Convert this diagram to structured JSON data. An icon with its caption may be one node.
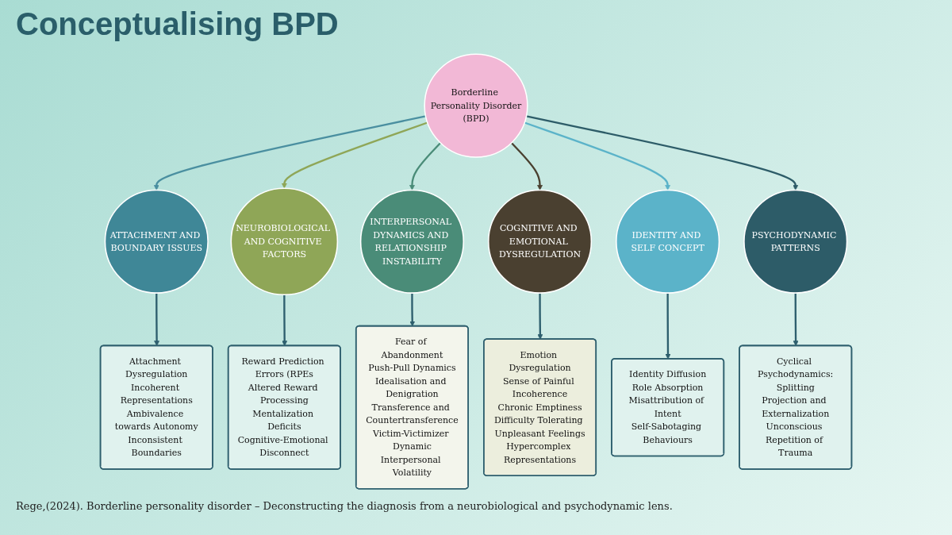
{
  "diagram": {
    "title": "Conceptualising BPD",
    "caption": "Rege,(2024). Borderline personality disorder – Deconstructing the diagnosis from a neurobiological and psychodynamic lens.",
    "nodes": [
      {
        "text": [
          "Borderline Personality Disorder",
          "(BPD)"
        ]
      },
      {
        "text": [
          "ATTACHMENT AND BOUNDARY ISSUES"
        ]
      },
      {
        "text": [
          "NEUROBIOLOGICAL AND COGNITIVE FACTORS"
        ]
      },
      {
        "text": [
          "INTERPERSONAL DYNAMICS AND RELATIONSHIP INSTABILITY"
        ]
      },
      {
        "text": [
          "COGNITIVE AND EMOTIONAL DYSREGULATION"
        ]
      },
      {
        "text": [
          "IDENTITY AND SELF CONCEPT"
        ]
      },
      {
        "text": [
          "PSYCHODYNAMIC PATTERNS"
        ]
      },
      {
        "text": [
          "Attachment Dysregulation",
          "Incoherent Representations",
          "Ambivalence towards Autonomy",
          "Inconsistent Boundaries"
        ]
      },
      {
        "text": [
          "Reward Prediction Errors (RPEs",
          "Altered Reward Processing",
          "Mentalization Deficits",
          "Cognitive-Emotional Disconnect"
        ]
      },
      {
        "text": [
          "Fear of Abandonment",
          "Push-Pull Dynamics",
          "Idealisation and Denigration",
          "Transference and Countertransference",
          "Victim-Victimizer Dynamic",
          "Interpersonal Volatility"
        ]
      },
      {
        "text": [
          "Emotion Dysregulation",
          "Sense of Painful Incoherence",
          "Chronic Emptiness",
          "Difficulty Tolerating Unpleasant Feelings",
          "Hypercomplex Representations"
        ]
      },
      {
        "text": [
          "Identity Diffusion",
          "Role Absorption",
          "Misattribution of Intent",
          "Self-Sabotaging Behaviours"
        ]
      },
      {
        "text": [
          "Cyclical Psychodynamics:",
          "Splitting",
          "Projection and Externalization",
          "Unconscious Repetition of Trauma"
        ]
      }
    ],
    "edges": [
      {
        "from": 0,
        "to": 1,
        "arrow": "to",
        "color": "#4a8fa0"
      },
      {
        "from": 0,
        "to": 2,
        "arrow": "to",
        "color": "#8fa657"
      },
      {
        "from": 0,
        "to": 3,
        "arrow": "to",
        "color": "#4a8c78"
      },
      {
        "from": 0,
        "to": 4,
        "arrow": "to",
        "color": "#4a4030"
      },
      {
        "from": 0,
        "to": 5,
        "arrow": "to",
        "color": "#5bb3c9"
      },
      {
        "from": 0,
        "to": 6,
        "arrow": "to",
        "color": "#2d5c68"
      },
      {
        "from": 1,
        "to": 7,
        "arrow": "to"
      },
      {
        "from": 2,
        "to": 8,
        "arrow": "to"
      },
      {
        "from": 3,
        "to": 9,
        "arrow": "to"
      },
      {
        "from": 4,
        "to": 10,
        "arrow": "to"
      },
      {
        "from": 5,
        "to": 11,
        "arrow": "to"
      },
      {
        "from": 6,
        "to": 12,
        "arrow": "to"
      }
    ]
  }
}
